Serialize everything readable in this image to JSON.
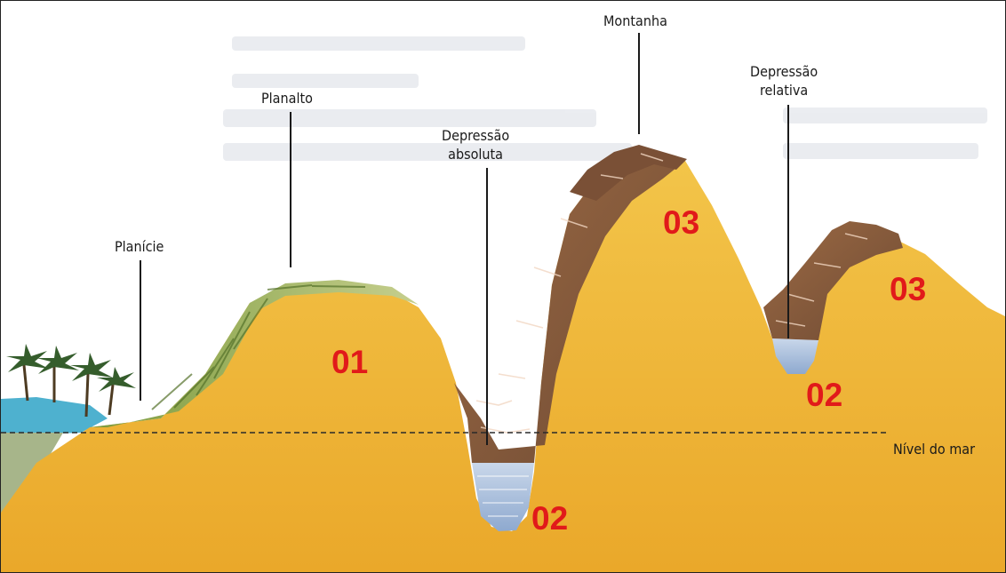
{
  "labels": {
    "planicie": "Planície",
    "planalto": "Planalto",
    "depressao_absoluta_1": "Depressão",
    "depressao_absoluta_2": "absoluta",
    "montanha": "Montanha",
    "depressao_relativa_1": "Depressão",
    "depressao_relativa_2": "relativa",
    "nivel_mar": "Nível do mar"
  },
  "markers": {
    "plateau": "01",
    "absolute_depression": "02",
    "mountain": "03",
    "relative_depression": "02",
    "right_peak": "03"
  },
  "colors": {
    "ground": "#f0b93a",
    "rock": "#8a5a3a",
    "vegetation": "#8fa844",
    "water": "#5fb3cf",
    "marker": "#e11a1a",
    "text": "#1a1a1a"
  }
}
